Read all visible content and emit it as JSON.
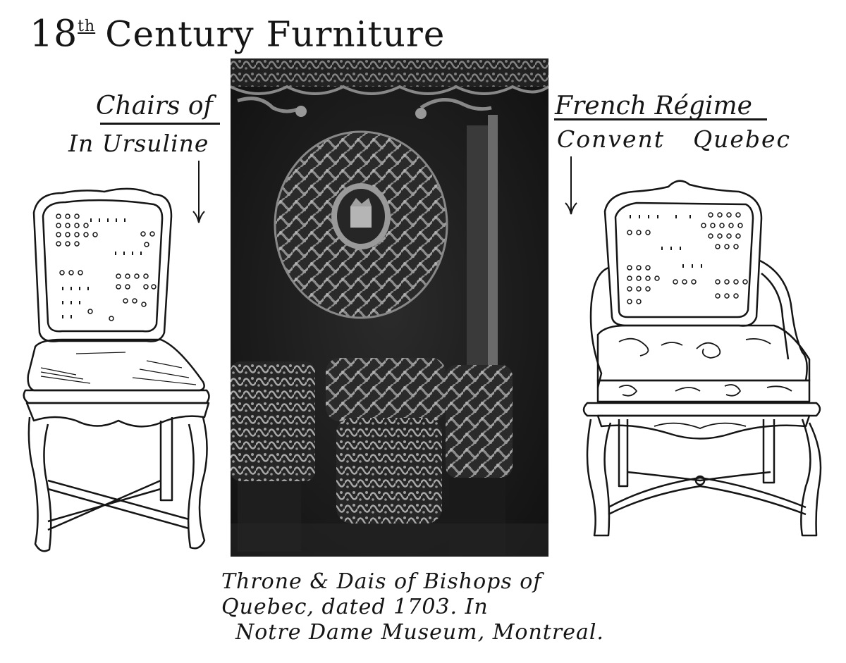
{
  "page": {
    "title": {
      "number": "18",
      "ordinal": "th",
      "text": "Century Furniture"
    },
    "captions": {
      "left_line1": "Chairs of",
      "left_line2": "In Ursuline",
      "right_line1": "French Régime",
      "right_line2_a": "Convent",
      "right_line2_b": "Quebec"
    },
    "photo": {
      "subject": "Throne and dais with embroidered medallion and coat of arms",
      "tone": "#1c1c1c",
      "pattern_color": "#9a9a9a"
    },
    "illustrations": {
      "left": "Side chair with caned back and upholstered seat, cabriole legs, X-stretcher",
      "right": "Armchair with caned back, patterned cushion, carved apron, X-stretcher"
    },
    "bottom_caption": {
      "line1": "Throne & Dais of Bishops of",
      "line2": "Quebec, dated 1703.  In",
      "line3": "Notre Dame Museum, Montreal."
    }
  }
}
